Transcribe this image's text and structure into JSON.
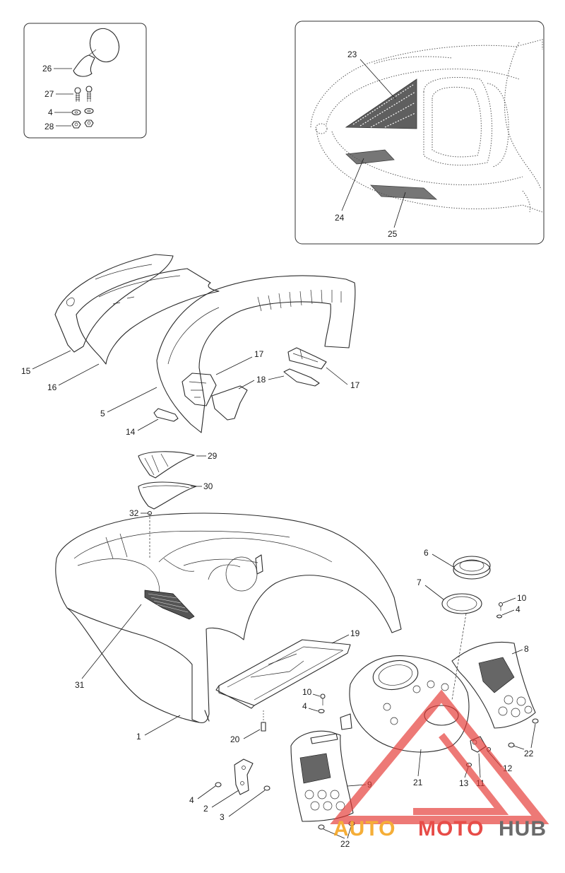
{
  "colors": {
    "line": "#2a2a2a",
    "panel_border": "#333333",
    "watermark_red": "#e53935",
    "watermark_orange": "#f5a623",
    "watermark_gray": "#5a5a5a"
  },
  "callouts": {
    "c26": "26",
    "c27": "27",
    "c4a": "4",
    "c28": "28",
    "c23": "23",
    "c24": "24",
    "c25": "25",
    "c15": "15",
    "c16": "16",
    "c5": "5",
    "c14": "14",
    "c17a": "17",
    "c18": "18",
    "c17b": "17",
    "c29": "29",
    "c30": "30",
    "c32": "32",
    "c31": "31",
    "c1": "1",
    "c19": "19",
    "c20": "20",
    "c10a": "10",
    "c4b": "4",
    "c6": "6",
    "c7": "7",
    "c10b": "10",
    "c4c": "4",
    "c8": "8",
    "c22a": "22",
    "c12": "12",
    "c13": "13",
    "c11": "11",
    "c21": "21",
    "c9": "9",
    "c4d": "4",
    "c2": "2",
    "c3": "3",
    "c22b": "22"
  },
  "watermark": {
    "part1": "AUTO",
    "part2": "MOTO",
    "part3": "HUB"
  }
}
